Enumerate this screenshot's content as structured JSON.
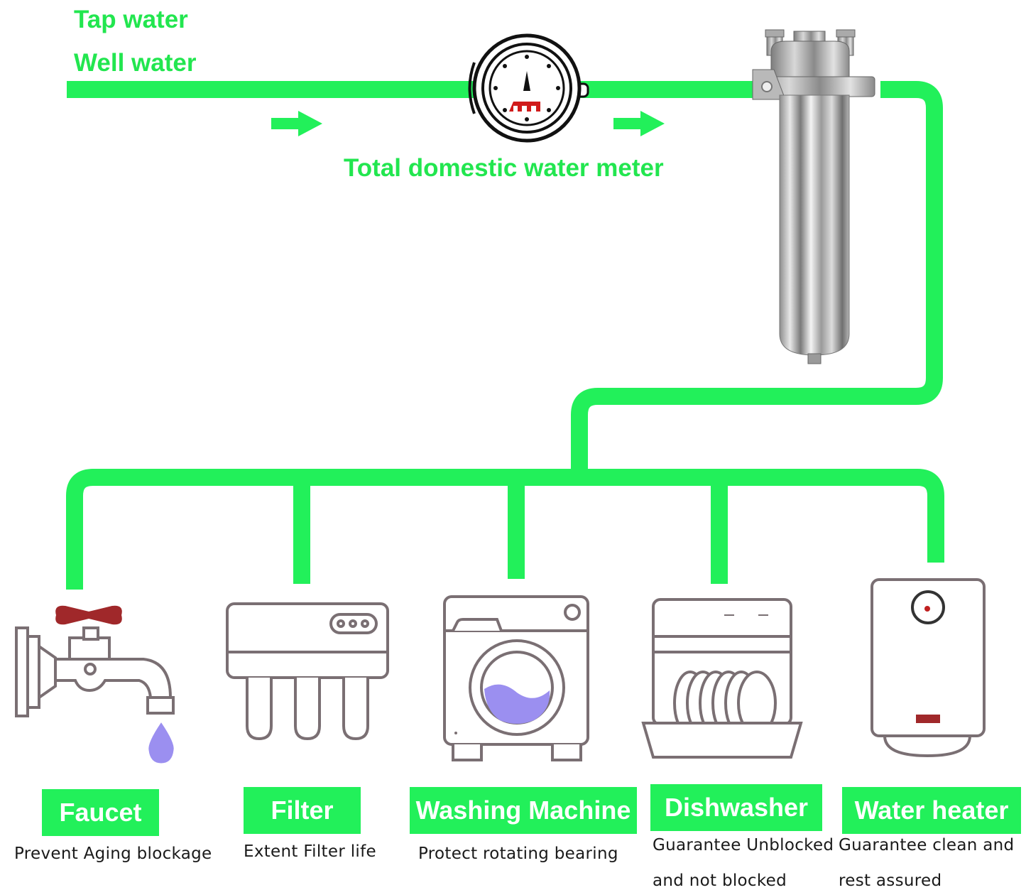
{
  "sources": {
    "line1": "Tap water",
    "line2": "Well water"
  },
  "meter": {
    "label": "Total domestic water meter"
  },
  "appliances": [
    {
      "label": "Faucet",
      "desc": [
        "Prevent Aging blockage"
      ]
    },
    {
      "label": "Filter",
      "desc": [
        "Extent Filter life"
      ]
    },
    {
      "label": "Washing Machine",
      "desc": [
        "Protect rotating bearing"
      ]
    },
    {
      "label": "Dishwasher",
      "desc": [
        "Guarantee Unblocked",
        "and not blocked"
      ]
    },
    {
      "label": "Water heater",
      "desc": [
        "Guarantee clean and",
        "rest assured"
      ]
    }
  ],
  "colors": {
    "pipe": "#22f05a",
    "label_green": "#22e64f",
    "icon_stroke": "#7a6f73",
    "faucet_handle": "#a0282a",
    "water_drop": "#9b8ff0",
    "meter_red": "#d01b1b",
    "heater_indicator": "#a0282a"
  },
  "icons": [
    "water-meter-icon",
    "stainless-filter-housing-icon",
    "faucet-icon",
    "ro-filter-icon",
    "washing-machine-icon",
    "dishwasher-icon",
    "water-heater-icon",
    "flow-arrow-icon"
  ]
}
